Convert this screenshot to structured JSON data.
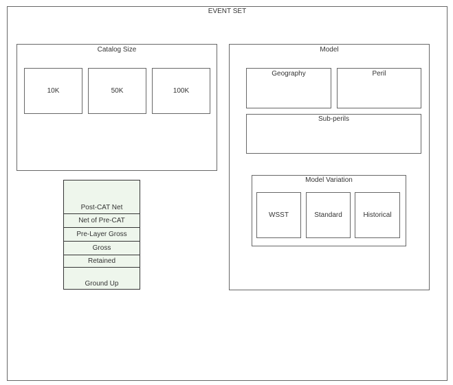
{
  "event_set": {
    "title": "EVENT SET"
  },
  "catalog_size": {
    "title": "Catalog Size",
    "options": [
      "10K",
      "50K",
      "100K"
    ]
  },
  "model": {
    "title": "Model",
    "geography": "Geography",
    "peril": "Peril",
    "sub_perils": "Sub-perils",
    "variation": {
      "title": "Model Variation",
      "options": [
        "WSST",
        "Standard",
        "Historical"
      ]
    }
  },
  "layers": [
    "Post-CAT Net",
    "Net of Pre-CAT",
    "Pre-Layer Gross",
    "Gross",
    "Retained",
    "Ground Up"
  ],
  "colors": {
    "border": "#666666",
    "stack_fill": "#eef6ec",
    "stack_border": "#333333"
  }
}
